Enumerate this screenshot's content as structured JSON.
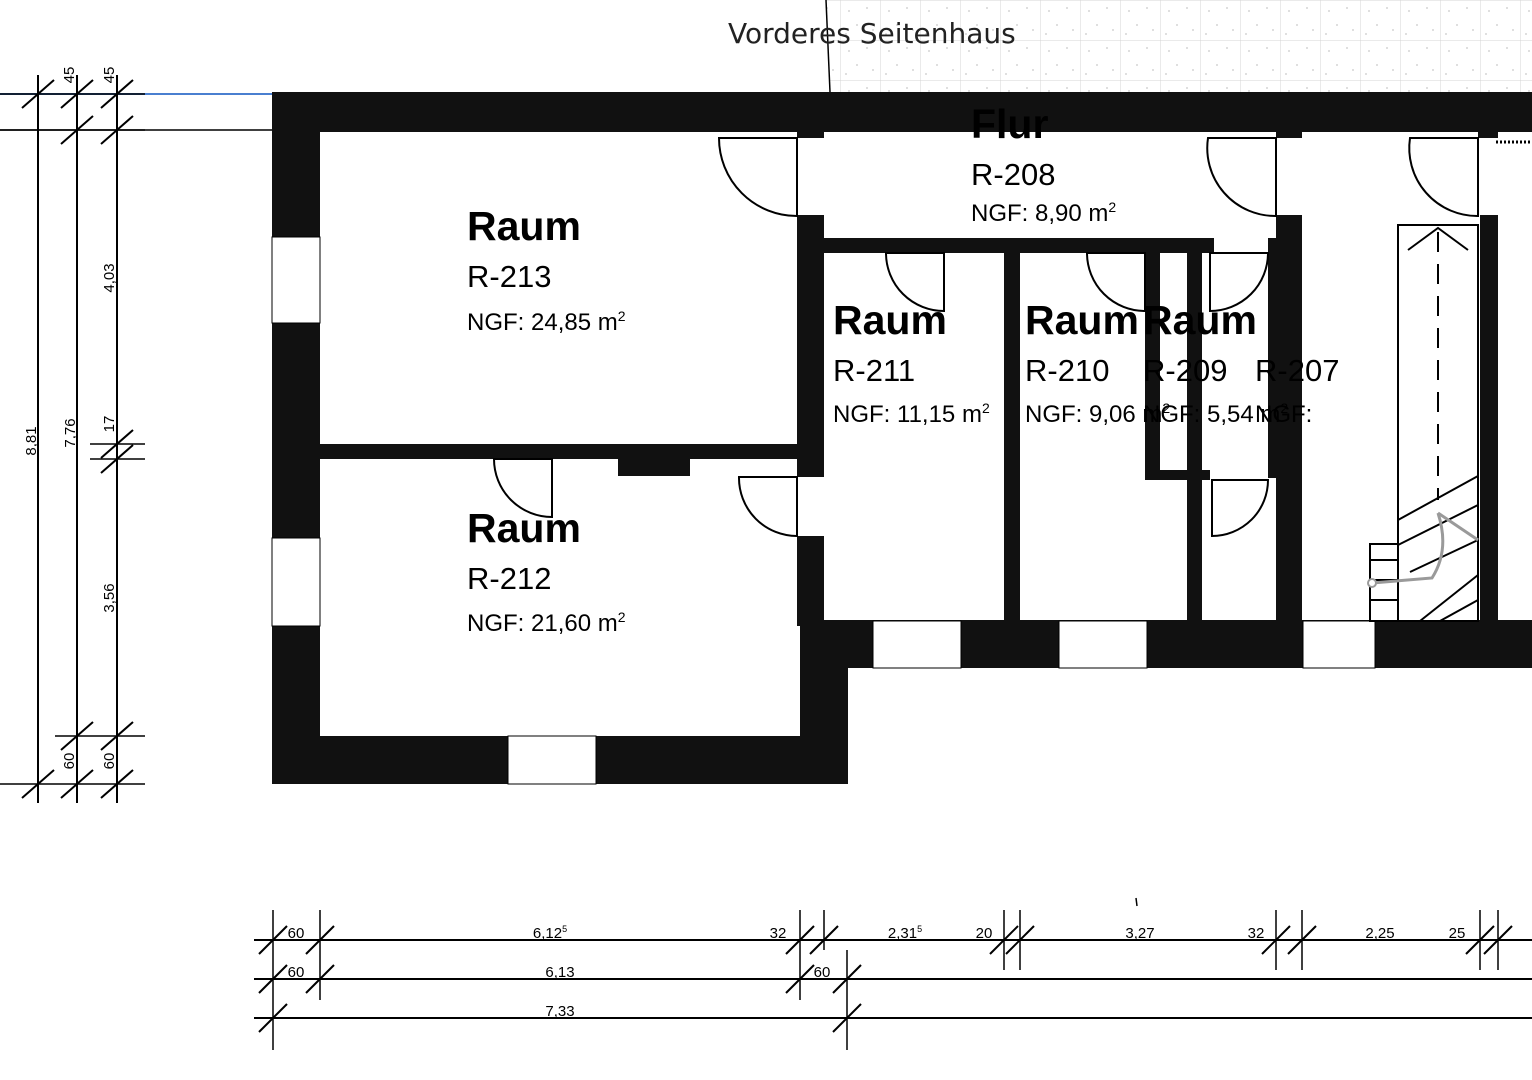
{
  "building": {
    "label": "Vorderes Seitenhaus"
  },
  "rooms": [
    {
      "name": "Flur",
      "number": "R-208",
      "area_prefix": "NGF: 8,90 m",
      "area_sup": "2"
    },
    {
      "name": "Raum",
      "number": "R-213",
      "area_prefix": "NGF: 24,85 m",
      "area_sup": "2"
    },
    {
      "name": "Raum",
      "number": "R-212",
      "area_prefix": "NGF: 21,60 m",
      "area_sup": "2"
    },
    {
      "name": "Raum",
      "number": "R-211",
      "area_prefix": "NGF: 11,15 m",
      "area_sup": "2"
    },
    {
      "name": "Raum",
      "number": "R-210",
      "area_prefix": "NGF: 9,06 m",
      "area_sup": "2"
    },
    {
      "name": "Raum",
      "number": "R-209",
      "area_prefix": "NGF: 5,54 m",
      "area_sup": "2"
    },
    {
      "name": "",
      "number": "R-207",
      "area_prefix": "NGF:",
      "area_sup": ""
    }
  ],
  "dimensions": {
    "vertical": {
      "outer": "8,81",
      "middle": "7,76",
      "top": "45",
      "top2": "45",
      "upper": "4,03",
      "mid": "17",
      "lower": "3,56",
      "bottom1": "60",
      "bottom2": "60"
    },
    "horizontal_row1": {
      "a": "60",
      "b": "6,12",
      "b_sup": "5",
      "c": "32",
      "d": "2,31",
      "d_sup": "5",
      "e": "20",
      "f": "3,27",
      "g": "32",
      "h": "2,25",
      "i": "25"
    },
    "horizontal_row2": {
      "a": "60",
      "b": "6,13",
      "c": "60"
    },
    "horizontal_row3": {
      "a": "7,33"
    }
  },
  "colors": {
    "wall": "#111111",
    "line": "#000000",
    "hatch": "#d4d4d4",
    "stair": "#9a9a9a",
    "accent_line": "#4a7fd0"
  }
}
